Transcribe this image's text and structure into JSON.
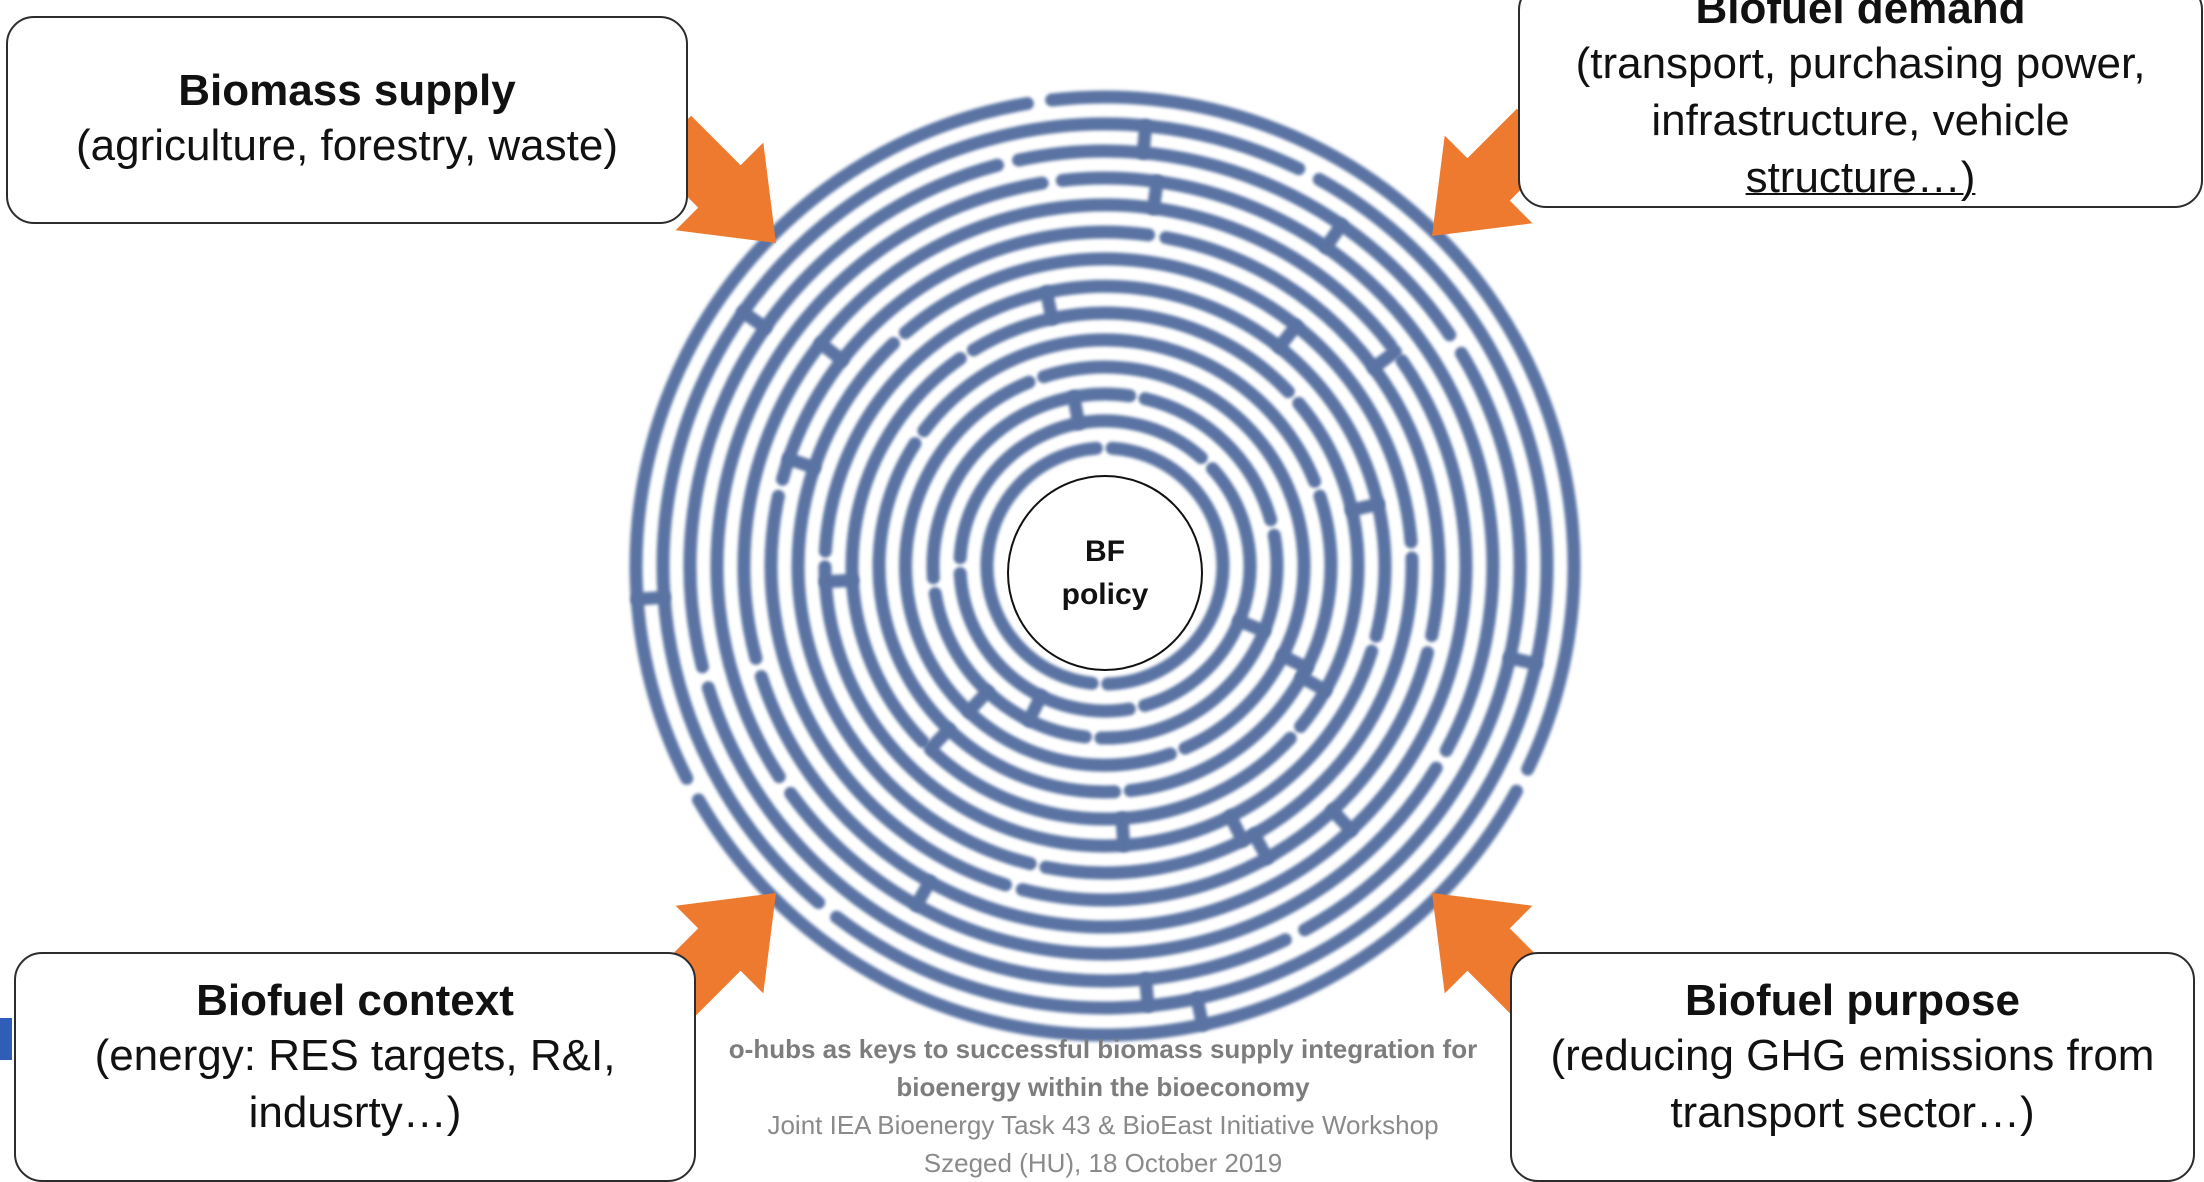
{
  "diagram": {
    "boxes": {
      "biomass_supply": {
        "title": "Biomass supply",
        "body": "(agriculture, forestry, waste)"
      },
      "biofuel_demand": {
        "title": "Biofuel demand",
        "body_lines": [
          "(transport, purchasing power,",
          "infrastructure, vehicle",
          "structure…)"
        ]
      },
      "biofuel_context": {
        "title": "Biofuel context",
        "body_lines": [
          "(energy: RES targets, R&I,",
          "indusrty…)"
        ]
      },
      "biofuel_purpose": {
        "title": "Biofuel purpose",
        "body_lines": [
          "(reducing GHG emissions from",
          "transport sector…)"
        ]
      }
    },
    "center": {
      "line1": "BF",
      "line2": "policy"
    },
    "footer": {
      "line1": "o-hubs as keys to successful biomass supply integration for",
      "line2": "bioenergy within the bioeconomy",
      "line3": "Joint IEA Bioenergy Task 43 & BioEast Initiative Workshop",
      "line4": "Szeged (HU), 18 October 2019"
    },
    "colors": {
      "maze": "#5a73a3",
      "arrow": "#ee7a2f",
      "box_border": "#2c2c2c",
      "footer_text": "#8a8a8a",
      "left_tab": "#2f5db8"
    }
  }
}
